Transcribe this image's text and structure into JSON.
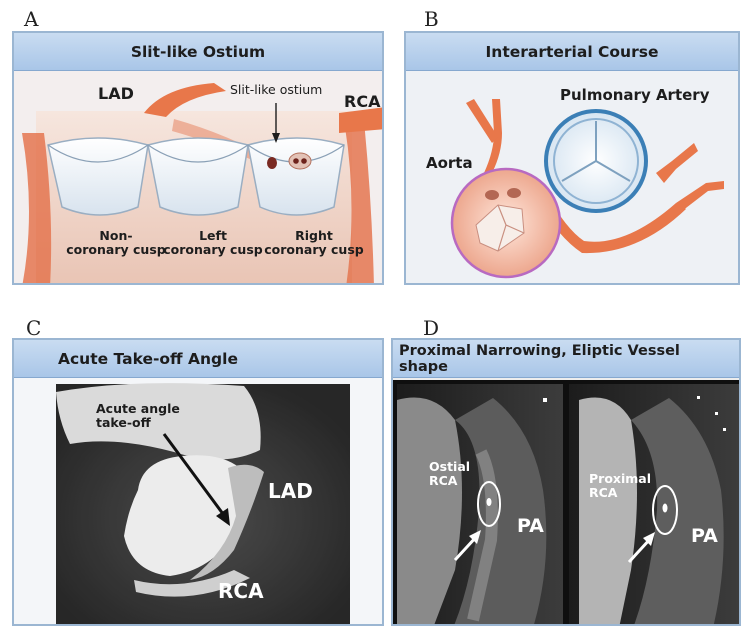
{
  "panels": {
    "a": {
      "letter": "A",
      "title": "Slit-like Ostium",
      "labels": {
        "lad": "LAD",
        "rca": "RCA",
        "slit": "Slit-like ostium",
        "non_coronary": "Non-\ncoronary cusp",
        "left_coronary": "Left\ncoronary cusp",
        "right_coronary": "Right\ncoronary cusp"
      }
    },
    "b": {
      "letter": "B",
      "title": "Interarterial Course",
      "labels": {
        "pulmonary": "Pulmonary Artery",
        "aorta": "Aorta"
      }
    },
    "c": {
      "letter": "C",
      "title": "Acute Take-off Angle",
      "labels": {
        "acute": "Acute angle\ntake-off",
        "lad": "LAD",
        "rca": "RCA"
      }
    },
    "d": {
      "letter": "D",
      "title": "Proximal Narrowing, Eliptic Vessel shape",
      "labels": {
        "ostial": "Ostial\nRCA",
        "proximal": "Proximal\nRCA",
        "pa_left": "PA",
        "pa_right": "PA"
      }
    }
  },
  "colors": {
    "header": "#b8d1ee",
    "vessel": "#e8774a",
    "ct_dark": "#3a3a3a",
    "ct_bright": "#e6e6e6"
  }
}
